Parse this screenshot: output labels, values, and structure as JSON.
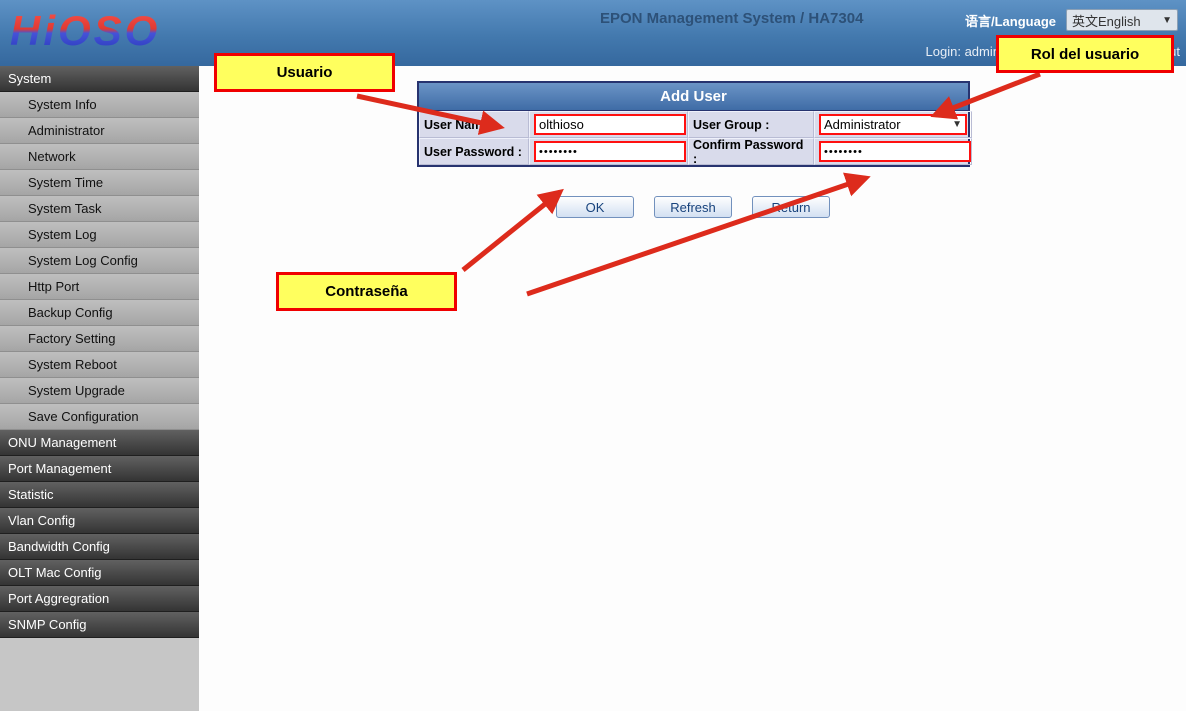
{
  "header": {
    "logo": "HiOSO",
    "title": "EPON Management System / HA7304",
    "language_label": "语言/Language",
    "language_value": "英文English",
    "login_text": "Login: admin",
    "logout_label": "Logout"
  },
  "sidebar": {
    "items": [
      {
        "label": "System",
        "type": "category"
      },
      {
        "label": "System Info",
        "type": "sub"
      },
      {
        "label": "Administrator",
        "type": "sub"
      },
      {
        "label": "Network",
        "type": "sub"
      },
      {
        "label": "System Time",
        "type": "sub"
      },
      {
        "label": "System Task",
        "type": "sub"
      },
      {
        "label": "System Log",
        "type": "sub"
      },
      {
        "label": "System Log Config",
        "type": "sub"
      },
      {
        "label": "Http Port",
        "type": "sub"
      },
      {
        "label": "Backup Config",
        "type": "sub"
      },
      {
        "label": "Factory Setting",
        "type": "sub"
      },
      {
        "label": "System Reboot",
        "type": "sub"
      },
      {
        "label": "System Upgrade",
        "type": "sub"
      },
      {
        "label": "Save Configuration",
        "type": "sub"
      },
      {
        "label": "ONU Management",
        "type": "category"
      },
      {
        "label": "Port Management",
        "type": "category"
      },
      {
        "label": "Statistic",
        "type": "category"
      },
      {
        "label": "Vlan Config",
        "type": "category"
      },
      {
        "label": "Bandwidth Config",
        "type": "category"
      },
      {
        "label": "OLT Mac Config",
        "type": "category"
      },
      {
        "label": "Port Aggregration",
        "type": "category"
      },
      {
        "label": "SNMP Config",
        "type": "category"
      }
    ]
  },
  "form": {
    "title": "Add User",
    "user_name_label": "User Name :",
    "user_name_value": "olthioso",
    "user_group_label": "User Group :",
    "user_group_value": "Administrator",
    "user_password_label": "User Password :",
    "user_password_value": "••••••••",
    "confirm_password_label": "Confirm Password :",
    "confirm_password_value": "••••••••",
    "buttons": {
      "ok": "OK",
      "refresh": "Refresh",
      "return": "Return"
    }
  },
  "annotations": {
    "usuario": "Usuario",
    "rol": "Rol del usuario",
    "contrasena": "Contraseña",
    "colors": {
      "highlight_border": "#ff0000",
      "label_bg": "#ffff5e",
      "arrow": "#dd2b1c",
      "header_blue": "#4379ae",
      "panel_title_blue": "#3f6ca6"
    }
  }
}
